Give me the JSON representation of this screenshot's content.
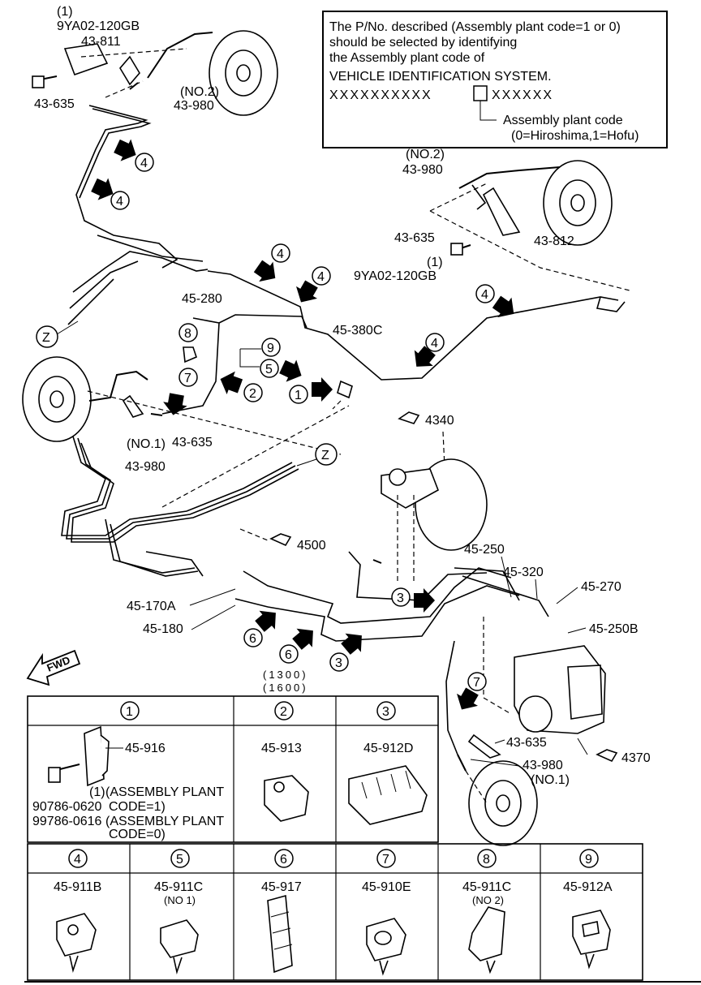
{
  "note": {
    "line1": "The P/No. described (Assembly plant code=1 or 0)",
    "line2": "should be selected by identifying",
    "line3": "the Assembly plant code of",
    "line4": "VEHICLE IDENTIFICATION SYSTEM.",
    "vin_left": "XXXXXXXXXX",
    "vin_right": "XXXXXX",
    "callout1": "Assembly plant code",
    "callout2": "(0=Hiroshima,1=Hofu)"
  },
  "labels": {
    "tl_bolt": "9YA02-120GB",
    "tl_bolt_no": "(1)",
    "tl_43811": "43-811",
    "tl_43635": "43-635",
    "tl_no2": "(NO.2)",
    "tl_43980": "43-980",
    "tr_no2": "(NO.2)",
    "tr_43980": "43-980",
    "tr_43635": "43-635",
    "tr_43812": "43-812",
    "tr_bolt_no": "(1)",
    "tr_bolt": "9YA02-120GB",
    "l_45280": "45-280",
    "l_45380c": "45-380C",
    "l_43635": "43-635",
    "l_no1": "(NO.1)",
    "l_43980": "43-980",
    "ref_4340": "4340",
    "ref_4500": "4500",
    "ref_4370": "4370",
    "z_mark": "Z",
    "r_45250": "45-250",
    "r_45320": "45-320",
    "r_45270": "45-270",
    "r_45250b": "45-250B",
    "l_45170a": "45-170A",
    "l_45180": "45-180",
    "fwd": "FWD",
    "qty_1300": "(1300)",
    "qty_1600": "(1600)",
    "br_43635": "43-635",
    "br_43980": "43-980",
    "br_no1": "(NO.1)"
  },
  "callout_numbers": [
    "1",
    "2",
    "3",
    "4",
    "5",
    "6",
    "7",
    "8",
    "9"
  ],
  "table": {
    "row1": [
      {
        "num": "1",
        "parts": [
          "45-916"
        ],
        "bolt_no": "(1)",
        "codes": [
          "90786-0620",
          "99786-0616"
        ],
        "notes": [
          "(ASSEMBLY PLANT",
          "CODE=1)",
          "(ASSEMBLY PLANT",
          "CODE=0)"
        ]
      },
      {
        "num": "2",
        "part": "45-913",
        "sub": ""
      },
      {
        "num": "3",
        "part": "45-912D",
        "sub": ""
      }
    ],
    "row2": [
      {
        "num": "4",
        "part": "45-911B",
        "sub": ""
      },
      {
        "num": "5",
        "part": "45-911C",
        "sub": "(NO 1)"
      },
      {
        "num": "6",
        "part": "45-917",
        "sub": ""
      },
      {
        "num": "7",
        "part": "45-910E",
        "sub": ""
      },
      {
        "num": "8",
        "part": "45-911C",
        "sub": "(NO 2)"
      },
      {
        "num": "9",
        "part": "45-912A",
        "sub": ""
      }
    ]
  }
}
